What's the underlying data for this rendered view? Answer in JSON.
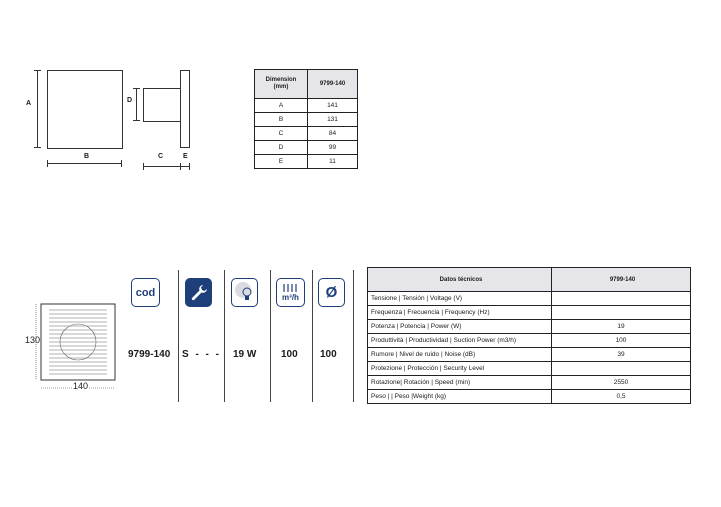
{
  "dimension_drawing": {
    "labels": {
      "a": "A",
      "b": "B",
      "c": "C",
      "d": "D",
      "e": "E"
    }
  },
  "dimension_table": {
    "header": {
      "col1": "Dimension\n(mm)",
      "col2": "9799-140"
    },
    "rows": [
      {
        "key": "A",
        "value": "141"
      },
      {
        "key": "B",
        "value": "131"
      },
      {
        "key": "C",
        "value": "84"
      },
      {
        "key": "D",
        "value": "99"
      },
      {
        "key": "E",
        "value": "11"
      }
    ]
  },
  "product_drawing": {
    "height_label": "130",
    "width_label": "140"
  },
  "product_row": {
    "icons": {
      "code": "cod",
      "wrench": "wrench-icon",
      "power": "bulb-icon",
      "airflow": "m³/h",
      "diameter": "Ø"
    },
    "values": {
      "code": "9799-140",
      "spec": "S - - -",
      "power": "19 W",
      "airflow": "100",
      "diameter": "100"
    }
  },
  "tech_table": {
    "header": {
      "col1": "Datos técnicos",
      "col2": "9799-140"
    },
    "rows": [
      {
        "key": "Tensione | Tensión | Voltage (V)",
        "value": ""
      },
      {
        "key": "Frequenza | Frecuencia | Frequency (Hz)",
        "value": ""
      },
      {
        "key": "Potenza | Potencia | Power (W)",
        "value": "19"
      },
      {
        "key": "Produttività | Productividad | Suction Power (m3/h)",
        "value": "100"
      },
      {
        "key": "Rumore | Nivel de ruido | Noise (dB)",
        "value": "39"
      },
      {
        "key": "Protezione | Protección | Security Level",
        "value": ""
      },
      {
        "key": "Rotazione| Rotación | Speed (min)",
        "value": "2550"
      },
      {
        "key": "Peso | | Peso |Weight (kg)",
        "value": "0,5"
      }
    ]
  },
  "colors": {
    "icon_blue": "#1f3f7a",
    "header_bg": "#e6e6ea"
  }
}
